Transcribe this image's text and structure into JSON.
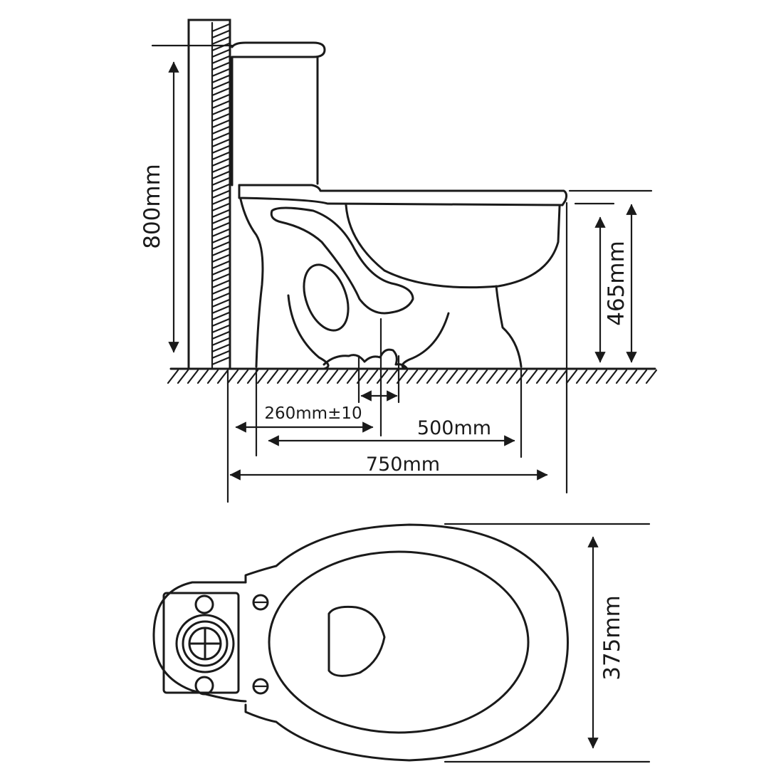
{
  "side_view": {
    "height_total": "800mm",
    "seat_height": "465mm",
    "rough_in": "260mm±10",
    "base_length": "500mm",
    "overall_length": "750mm"
  },
  "top_view": {
    "width": "375mm"
  }
}
